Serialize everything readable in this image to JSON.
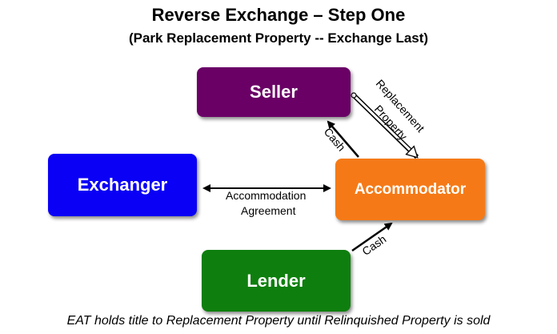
{
  "title": "Reverse Exchange – Step One",
  "subtitle": "(Park Replacement Property -- Exchange Last)",
  "nodes": {
    "seller": {
      "label": "Seller",
      "color": "#6a0066"
    },
    "exchanger": {
      "label": "Exchanger",
      "color": "#0a00f5"
    },
    "accommodator": {
      "label": "Accommodator",
      "color": "#f57a17"
    },
    "lender": {
      "label": "Lender",
      "color": "#0e7f0e"
    }
  },
  "edges": {
    "accommodation_line1": "Accommodation",
    "accommodation_line2": "Agreement",
    "cash_to_seller": "Cash",
    "cash_from_lender": "Cash",
    "replacement_line1": "Replacement",
    "replacement_line2": "Property"
  },
  "footer": "EAT holds title to Replacement Property until Relinquished Property is sold"
}
